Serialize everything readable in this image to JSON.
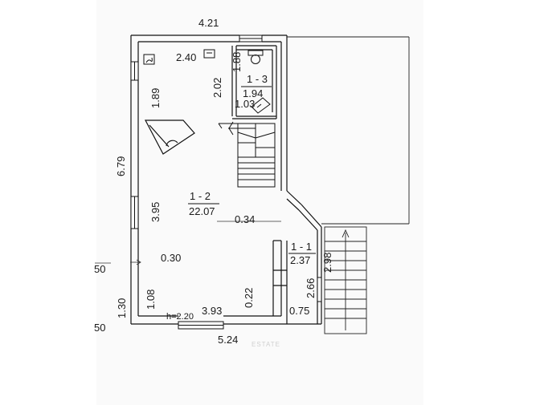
{
  "dimensions": {
    "top_width": "4.21",
    "bottom_width": "5.24",
    "left_height": "6.79",
    "upper_left_wall": "1.89",
    "lower_left_wall": "3.95",
    "bottom_left_wall": "1.08",
    "kitchen_width": "2.40",
    "kitchen_height": "2.02",
    "bath_height": "1.88",
    "bath_sub": "1.03",
    "inner_offset": "0.34",
    "window_offset": "0.30",
    "door_offset": "0.22",
    "bottom_inner": "3.93",
    "door_height_label": "h=2.20",
    "entry_width": "0.75",
    "stair_len": "2.98",
    "entry_height": "2.66",
    "outer_left": "1.30",
    "stub_top": "50",
    "stub_bottom": "50"
  },
  "rooms": [
    {
      "id": "1 - 2",
      "area": "22.07"
    },
    {
      "id": "1 - 3",
      "area": "1.94"
    },
    {
      "id": "1 - 1",
      "area": "2.37"
    }
  ],
  "watermark": "ESTATE"
}
